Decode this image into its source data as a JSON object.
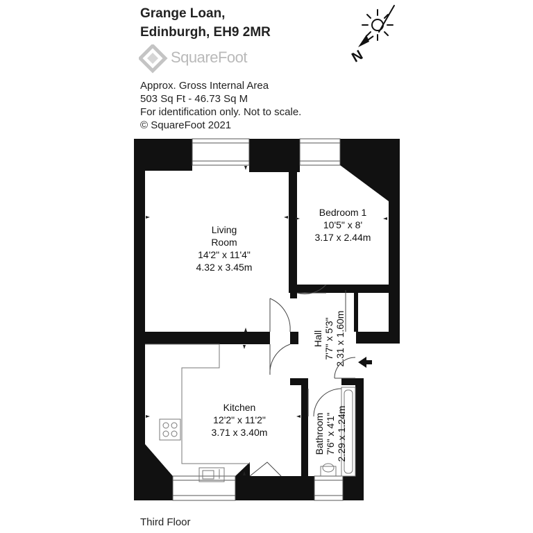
{
  "header": {
    "address_line1": "Grange Loan,",
    "address_line2": "Edinburgh, EH9 2MR"
  },
  "logo": {
    "brand": "SquareFoot"
  },
  "info": {
    "line1": "Approx. Gross Internal Area",
    "line2": "503 Sq Ft  -  46.73 Sq M",
    "line3": "For identification only. Not to scale.",
    "line4": "© SquareFoot 2021"
  },
  "compass": {
    "north_label": "N"
  },
  "rooms": {
    "living": {
      "name_line1": "Living",
      "name_line2": "Room",
      "imperial": "14'2\" x 11'4\"",
      "metric": "4.32 x 3.45m"
    },
    "bedroom": {
      "name": "Bedroom 1",
      "imperial": "10'5\" x 8'",
      "metric": "3.17 x 2.44m"
    },
    "hall": {
      "name": "Hall",
      "imperial": "7'7\" x 5'3\"",
      "metric": "2.31 x 1.60m"
    },
    "kitchen": {
      "name": "Kitchen",
      "imperial": "12'2\" x 11'2\"",
      "metric": "3.71 x 3.40m"
    },
    "bathroom": {
      "name": "Bathroom",
      "imperial": "7'6\" x 4'1\"",
      "metric": "2.29 x 1.24m"
    }
  },
  "floor": {
    "label": "Third Floor"
  },
  "colors": {
    "wall": "#111111",
    "logo_grey": "#b9b9b9",
    "line": "#555555"
  }
}
